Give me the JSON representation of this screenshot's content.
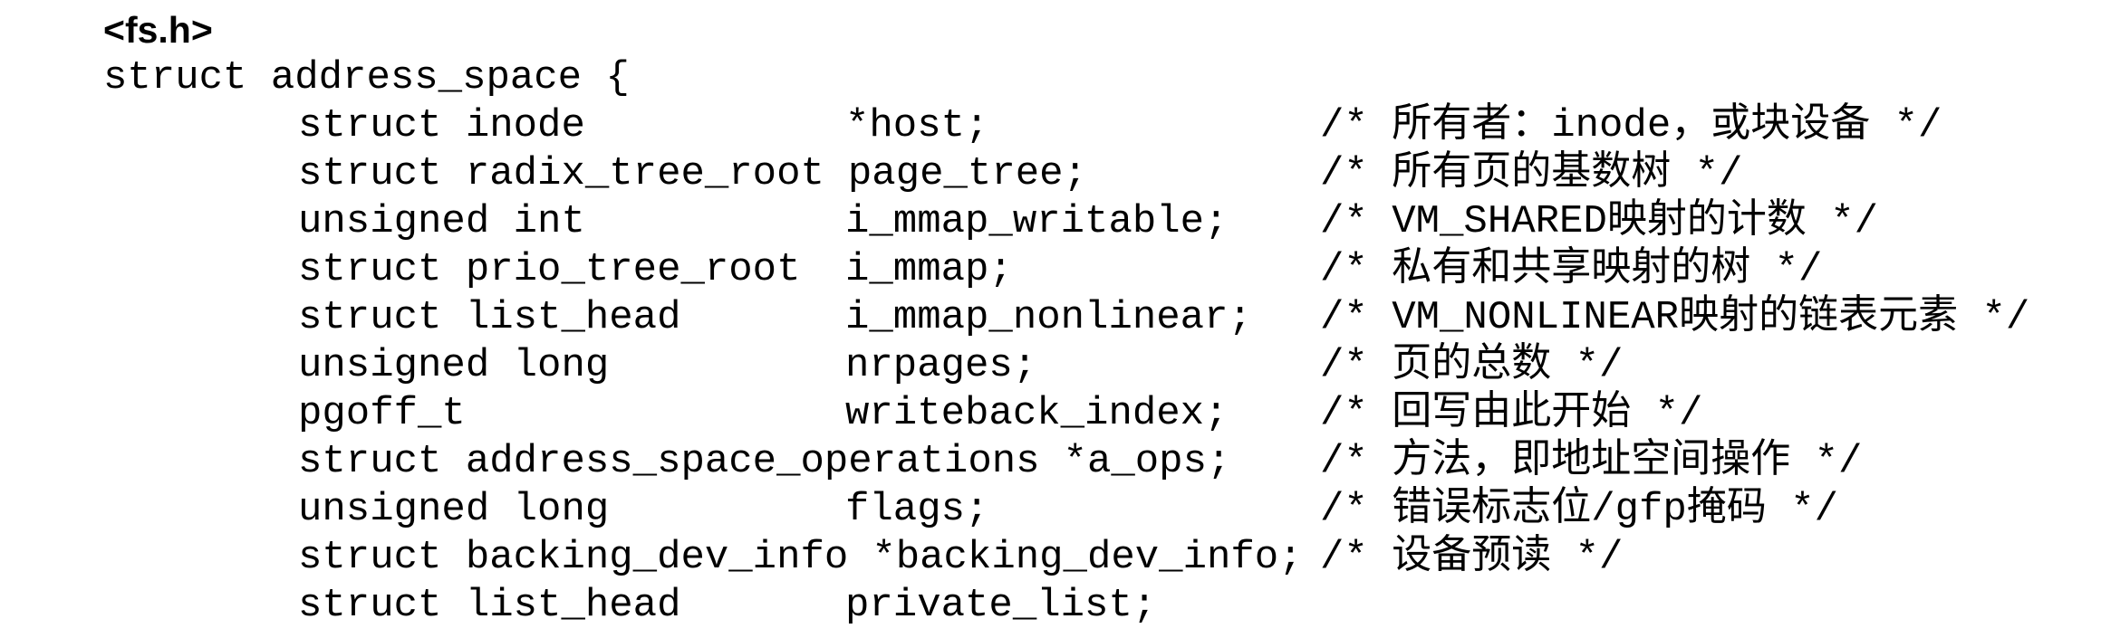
{
  "header": {
    "title": "<fs.h>"
  },
  "code": {
    "struct_open": "struct address_space {",
    "fields": [
      {
        "type": "struct inode",
        "name": "*host;",
        "comment": "/* 所有者：inode，或块设备 */"
      },
      {
        "type": "struct radix_tree_root",
        "name": "page_tree;",
        "comment": "/* 所有页的基数树 */"
      },
      {
        "type": "unsigned int",
        "name": "i_mmap_writable;",
        "comment": "/* VM_SHARED映射的计数 */"
      },
      {
        "type": "struct prio_tree_root",
        "name": "i_mmap;",
        "comment": "/* 私有和共享映射的树 */"
      },
      {
        "type": "struct list_head",
        "name": "i_mmap_nonlinear;",
        "comment": "/* VM_NONLINEAR映射的链表元素 */"
      },
      {
        "type": "unsigned long",
        "name": "nrpages;",
        "comment": "/* 页的总数 */"
      },
      {
        "type": "pgoff_t",
        "name": "writeback_index;",
        "comment": "/* 回写由此开始 */"
      },
      {
        "type": "struct address_space_operations",
        "name": "*a_ops;",
        "comment": "/* 方法，即地址空间操作 */"
      },
      {
        "type": "unsigned long",
        "name": "flags;",
        "comment": "/* 错误标志位/gfp掩码 */"
      },
      {
        "type": "struct backing_dev_info",
        "name": "*backing_dev_info;",
        "comment": "/* 设备预读 */"
      },
      {
        "type": "struct list_head",
        "name": "private_list;",
        "comment": ""
      }
    ],
    "text_color": "#000000",
    "background_color": "#ffffff"
  }
}
